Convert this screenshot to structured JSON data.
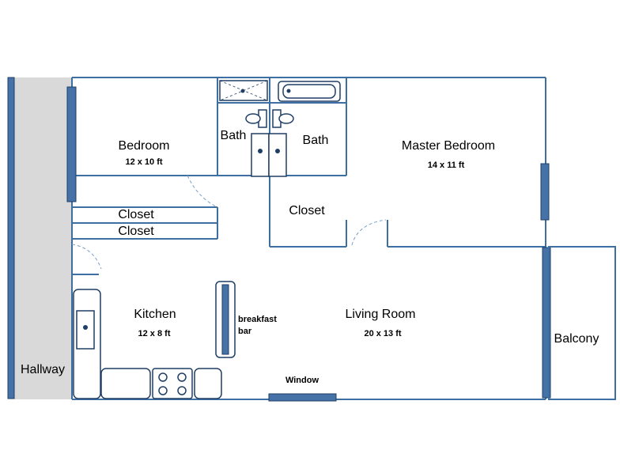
{
  "rooms": {
    "bedroom": {
      "name": "Bedroom",
      "size": "12 x 10 ft"
    },
    "bath_left": {
      "name": "Bath"
    },
    "bath_right": {
      "name": "Bath"
    },
    "master_bedroom": {
      "name": "Master Bedroom",
      "size": "14 x 11 ft"
    },
    "walk_in_closet": {
      "name": "Closet"
    },
    "closet_upper": {
      "name": "Closet"
    },
    "closet_lower": {
      "name": "Closet"
    },
    "kitchen": {
      "name": "Kitchen",
      "size": "12 x 8 ft"
    },
    "living_room": {
      "name": "Living Room",
      "size": "20 x 13 ft"
    },
    "balcony": {
      "name": "Balcony"
    },
    "hallway": {
      "name": "Hallway"
    }
  },
  "labels": {
    "breakfast_bar_line1": "breakfast",
    "breakfast_bar_line2": "bar",
    "window": "Window"
  },
  "colors": {
    "wall": "#3d6fa3",
    "window": "#4672a8",
    "hallway": "#d9d9d9",
    "door_swing": "#7aa0c8"
  }
}
